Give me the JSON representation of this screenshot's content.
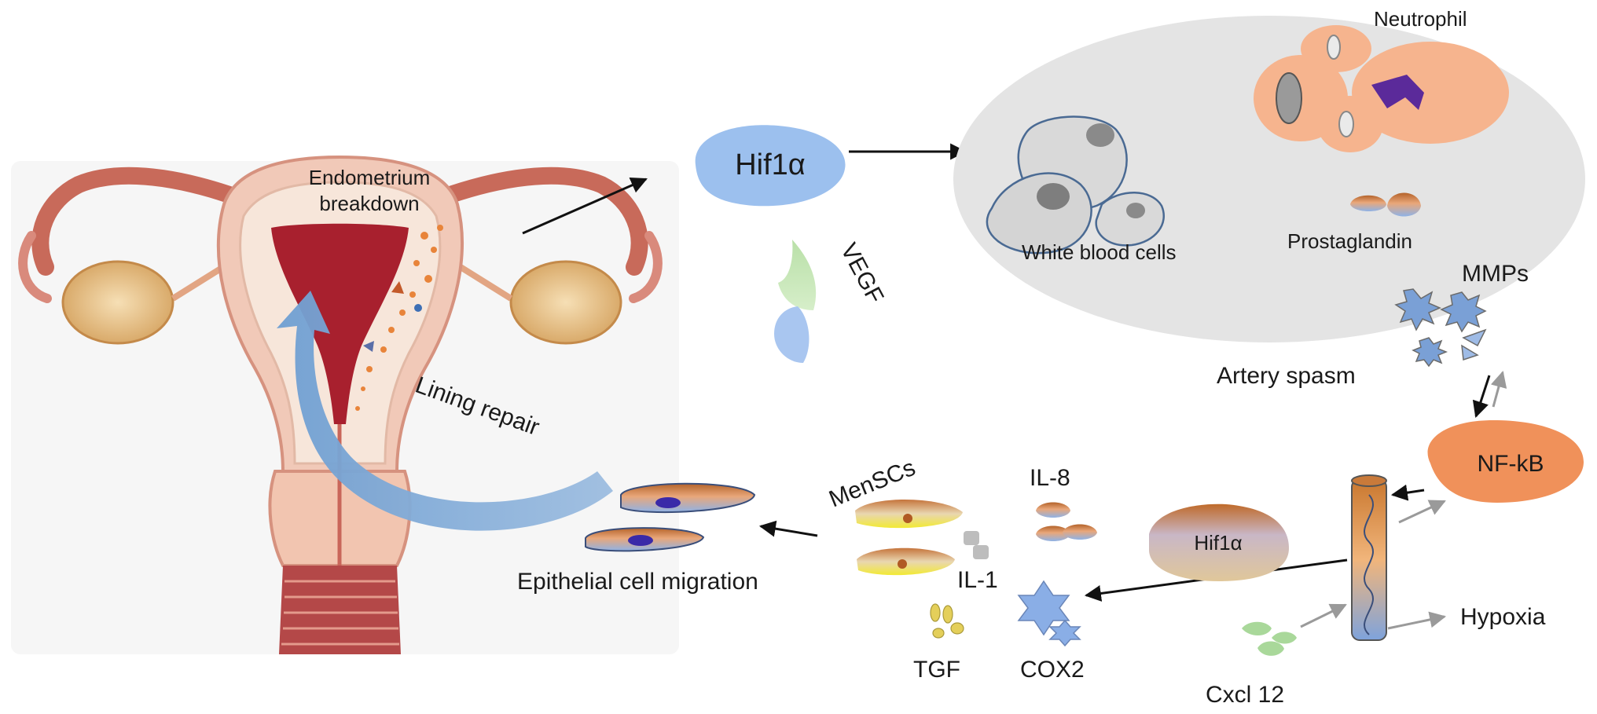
{
  "labels": {
    "endometrium": "Endometrium",
    "breakdown": "breakdown",
    "hif1a_top": "Hif1α",
    "vegf": "VEGF",
    "neutrophil": "Neutrophil",
    "white_blood_cells": "White blood cells",
    "prostaglandin": "Prostaglandin",
    "mmps": "MMPs",
    "artery_spasm": "Artery spasm",
    "nfkb": "NF-kB",
    "lining_repair": "Lining repair",
    "menscs": "MenSCs",
    "il8": "IL-8",
    "hif1a_bottom": "Hif1α",
    "epithelial": "Epithelial cell migration",
    "il1": "IL-1",
    "tgf": "TGF",
    "cox2": "COX2",
    "cxcl12": "Cxcl 12",
    "hypoxia": "Hypoxia"
  },
  "colors": {
    "hif_blue": "#9cc0ee",
    "nfkb_orange": "#f0915a",
    "cell_gray": "#e6e6e6",
    "uterus_red": "#b0303a",
    "neutrophil_peach": "#f6b48e",
    "neutrophil_nucleus": "#5b2a9a",
    "repair_arrow": "#6f9fd2",
    "cox2_blue": "#8aaee6",
    "cxcl_green": "#a9d89a",
    "tgf_yellow": "#e4cf5a"
  }
}
